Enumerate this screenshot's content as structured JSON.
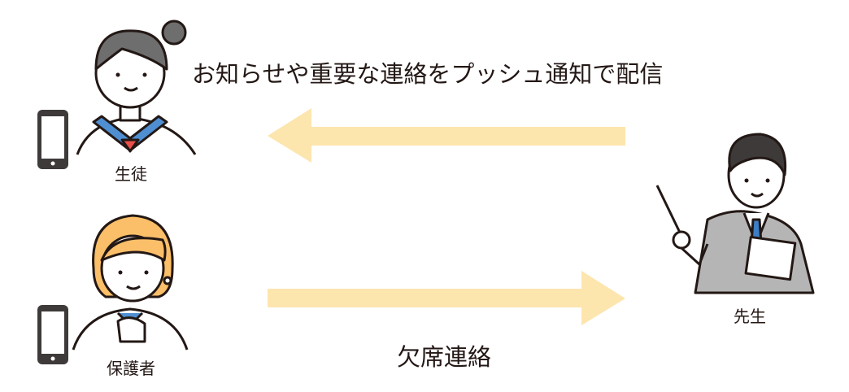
{
  "messages": {
    "push_notification": "お知らせや重要な連絡をプッシュ通知で配信",
    "absence_report": "欠席連絡"
  },
  "roles": {
    "student": "生徒",
    "guardian": "保護者",
    "teacher": "先生"
  },
  "colors": {
    "arrow": "#fde5ae",
    "outline": "#231815",
    "student_hair": "#6e6e6e",
    "guardian_hair": "#fbbf69",
    "sailor_collar": "#4f8fd1",
    "suit": "#b5b5b5",
    "tie": "#3c7fc6"
  }
}
